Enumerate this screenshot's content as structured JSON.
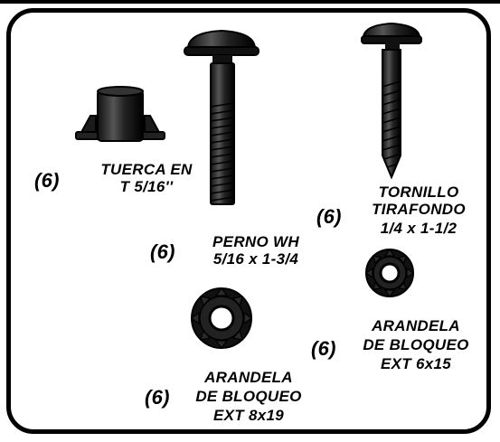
{
  "parts": [
    {
      "id": "tuerca",
      "quantity": "(6)",
      "line1": "TUERCA EN",
      "line2": "T 5/16''"
    },
    {
      "id": "perno",
      "quantity": "(6)",
      "line1": "PERNO WH",
      "line2": "5/16 x 1-3/4"
    },
    {
      "id": "tornillo",
      "quantity": "(6)",
      "line1": "TORNILLO",
      "line2": "TIRAFONDO",
      "line3": "1/4 x 1-1/2"
    },
    {
      "id": "arandela-grande",
      "quantity": "(6)",
      "line1": "ARANDELA",
      "line2": "DE BLOQUEO",
      "line3": "EXT 8x19"
    },
    {
      "id": "arandela-chica",
      "quantity": "(6)",
      "line1": "ARANDELA",
      "line2": "DE BLOQUEO",
      "line3": "EXT 6x15"
    }
  ]
}
